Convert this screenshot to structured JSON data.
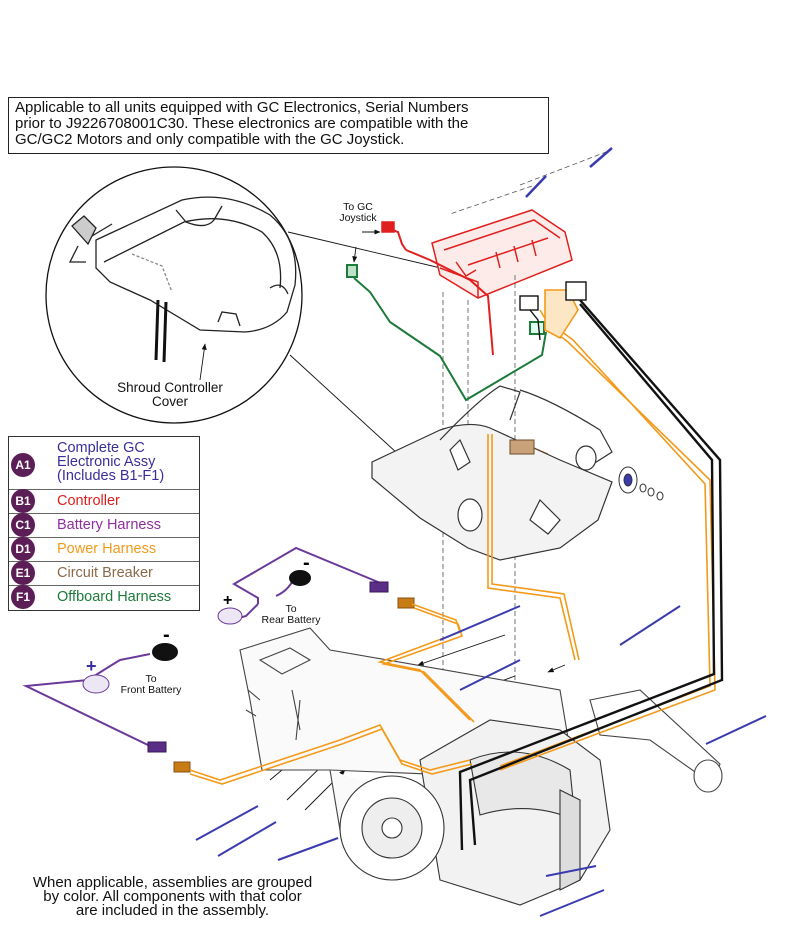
{
  "notice": {
    "lines": [
      "Applicable to all units equipped with GC Electronics, Serial Numbers",
      "prior to J9226708001C30. These electronics are compatible with the",
      "GC/GC2 Motors and only compatible with the GC Joystick."
    ]
  },
  "callouts": {
    "joystick": [
      "To GC",
      "Joystick"
    ],
    "rear_battery": [
      "To",
      "Rear Battery"
    ],
    "front_battery": [
      "To",
      "Front Battery"
    ],
    "shroud": [
      "Shroud Controller",
      "Cover"
    ]
  },
  "polarity": {
    "plus": "+",
    "minus": "-"
  },
  "legend": [
    {
      "code": "A1",
      "label": [
        "Complete GC",
        "Electronic Assy",
        "(Includes B1-F1)"
      ],
      "color": "#3a2f9a"
    },
    {
      "code": "B1",
      "label": [
        "Controller"
      ],
      "color": "#e0201e"
    },
    {
      "code": "C1",
      "label": [
        "Battery Harness"
      ],
      "color": "#8e2f9e"
    },
    {
      "code": "D1",
      "label": [
        "Power Harness"
      ],
      "color": "#f39a1b"
    },
    {
      "code": "E1",
      "label": [
        "Circuit Breaker"
      ],
      "color": "#8a6a4a"
    },
    {
      "code": "F1",
      "label": [
        "Offboard Harness"
      ],
      "color": "#1c7a3a"
    }
  ],
  "caption": {
    "lines": [
      "When applicable, assemblies are grouped",
      "by color. All components with that color",
      "are included in the assembly."
    ]
  },
  "colors": {
    "badge": "#5b1e57",
    "controller": "#e0201e",
    "battery_harness": "#6a3a9a",
    "power_harness": "#f39a1b",
    "offboard": "#1c7a3a",
    "hardware": "#3b3bb0"
  }
}
